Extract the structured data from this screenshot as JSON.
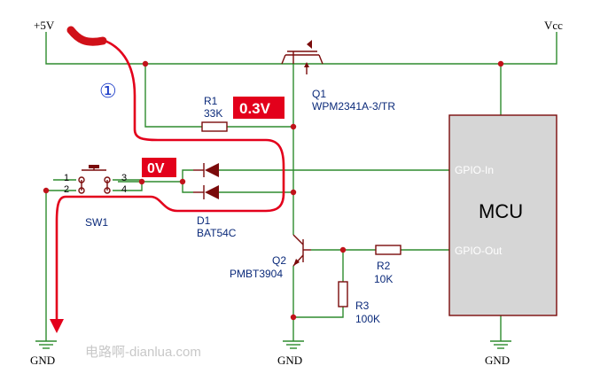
{
  "rails": {
    "plus5v": "+5V",
    "vcc": "Vcc",
    "gnd": "GND"
  },
  "components": {
    "r1": {
      "ref": "R1",
      "value": "33K"
    },
    "r2": {
      "ref": "R2",
      "value": "10K"
    },
    "r3": {
      "ref": "R3",
      "value": "100K"
    },
    "q1": {
      "ref": "Q1",
      "part": "WPM2341A-3/TR"
    },
    "q2": {
      "ref": "Q2",
      "part": "PMBT3904"
    },
    "d1": {
      "ref": "D1",
      "part": "BAT54C"
    },
    "sw1": {
      "ref": "SW1",
      "pins": [
        "1",
        "2",
        "3",
        "4"
      ]
    },
    "mcu": {
      "label": "MCU",
      "gpio_in": "GPIO-In",
      "gpio_out": "GPIO-Out"
    }
  },
  "annotations": {
    "badge_r1": "0.3V",
    "badge_switch": "0V",
    "path_marker": "①",
    "watermark": "电路啊-dianlua.com"
  },
  "colors": {
    "wire": "#2e8b2e",
    "component": "#7a0b0b",
    "junction": "#c0131a",
    "highlight_path": "#e3001b",
    "badge_bg": "#e3001b",
    "label": "#0b2a7a",
    "mcu_fill": "#d6d6d6"
  }
}
